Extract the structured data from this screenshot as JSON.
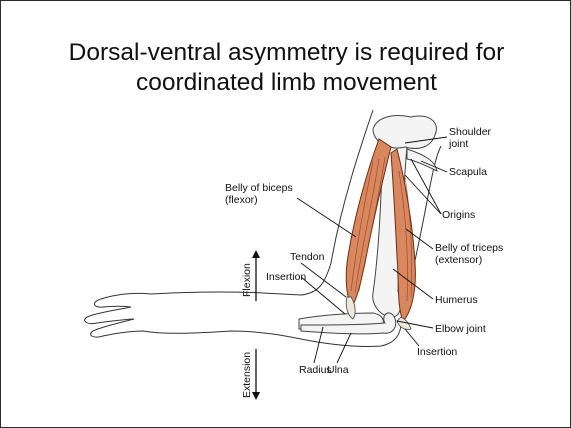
{
  "title": {
    "line1": "Dorsal-ventral asymmetry is required for",
    "line2": "coordinated limb movement"
  },
  "labels": {
    "shoulder_joint_1": "Shoulder",
    "shoulder_joint_2": "joint",
    "scapula": "Scapula",
    "belly_biceps_1": "Belly of biceps",
    "belly_biceps_2": "(flexor)",
    "origins": "Origins",
    "belly_triceps_1": "Belly of triceps",
    "belly_triceps_2": "(extensor)",
    "tendon": "Tendon",
    "insertion_biceps": "Insertion",
    "humerus": "Humerus",
    "elbow_joint": "Elbow joint",
    "insertion_triceps": "Insertion",
    "radius": "Radius",
    "ulna": "Ulna",
    "flexion": "Flexion",
    "extension": "Extension"
  },
  "colors": {
    "muscle": "#d9875f",
    "bone": "#f4f4f4",
    "text": "#111111"
  }
}
